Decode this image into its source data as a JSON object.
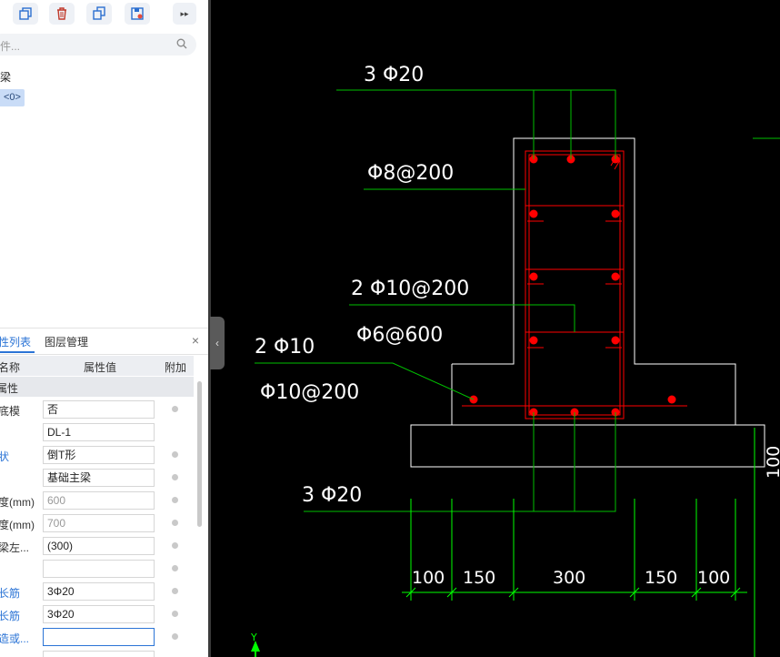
{
  "toolbar": {
    "buttons": [
      {
        "name": "copy-icon"
      },
      {
        "name": "delete-icon"
      },
      {
        "name": "copy-to-floor-icon"
      },
      {
        "name": "save-icon"
      }
    ],
    "more": "▸▸"
  },
  "search": {
    "placeholder": "件..."
  },
  "tree": {
    "category": "梁",
    "item": "<0>"
  },
  "panel": {
    "tab_active": "性列表",
    "tab_layers": "图层管理",
    "close": "×",
    "headers": {
      "name": "名称",
      "value": "属性值",
      "extra": "附加"
    },
    "group": "属性",
    "rows": [
      {
        "label": "底模",
        "value": "否",
        "label_color": "normal",
        "value_style": "normal",
        "dot": true
      },
      {
        "label": "",
        "value": "DL-1",
        "label_color": "normal",
        "value_style": "normal",
        "dot": false
      },
      {
        "label": "状",
        "value": "倒T形",
        "label_color": "blue",
        "value_style": "normal",
        "dot": true
      },
      {
        "label": "",
        "value": "基础主梁",
        "label_color": "normal",
        "value_style": "normal",
        "dot": true
      },
      {
        "label": "度(mm)",
        "value": "600",
        "label_color": "normal",
        "value_style": "gray",
        "dot": true
      },
      {
        "label": "度(mm)",
        "value": "700",
        "label_color": "normal",
        "value_style": "gray",
        "dot": true
      },
      {
        "label": "梁左...",
        "value": "(300)",
        "label_color": "normal",
        "value_style": "normal",
        "dot": true
      },
      {
        "label": "",
        "value": "",
        "label_color": "normal",
        "value_style": "normal",
        "dot": true
      },
      {
        "label": "长筋",
        "value": "3Φ20",
        "label_color": "blue",
        "value_style": "normal",
        "dot": true
      },
      {
        "label": "长筋",
        "value": "3Φ20",
        "label_color": "blue",
        "value_style": "normal",
        "dot": true
      },
      {
        "label": "造或...",
        "value": "",
        "label_color": "blue",
        "value_style": "focus",
        "dot": true
      },
      {
        "label": "",
        "value": "",
        "label_color": "normal",
        "value_style": "normal",
        "dot": false
      }
    ]
  },
  "collapse": "‹",
  "cad": {
    "colors": {
      "bar": "#ff0000",
      "leader": "#00c000",
      "outline": "#ffffff",
      "text": "#ffffff",
      "dim": "#00ff00"
    },
    "labels": {
      "top_bars": "3 Φ20",
      "stirrup": "Φ8@200",
      "side_bars": "2 Φ10@200",
      "tie": "Φ6@600",
      "flange_bars": "2 Φ10",
      "flange_dist": "Φ10@200",
      "bottom_bars": "3 Φ20"
    },
    "dims": [
      "100",
      "150",
      "300",
      "150",
      "100"
    ],
    "right_dim": "100",
    "axis": "Y"
  }
}
